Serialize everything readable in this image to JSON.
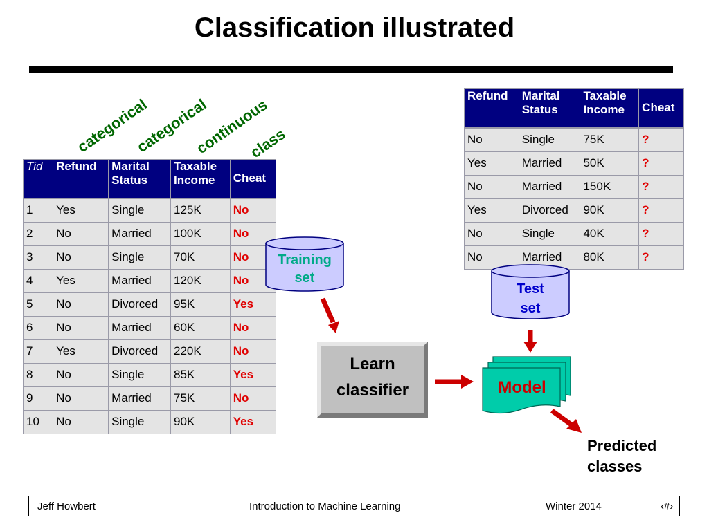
{
  "title": "Classification illustrated",
  "annotations": {
    "refund_type": "categorical",
    "marital_type": "categorical",
    "income_type": "continuous",
    "cheat_type": "class"
  },
  "training_table": {
    "headers": [
      "Tid",
      "Refund",
      "Marital Status",
      "Taxable Income",
      "Cheat"
    ],
    "rows": [
      [
        "1",
        "Yes",
        "Single",
        "125K",
        "No"
      ],
      [
        "2",
        "No",
        "Married",
        "100K",
        "No"
      ],
      [
        "3",
        "No",
        "Single",
        "70K",
        "No"
      ],
      [
        "4",
        "Yes",
        "Married",
        "120K",
        "No"
      ],
      [
        "5",
        "No",
        "Divorced",
        "95K",
        "Yes"
      ],
      [
        "6",
        "No",
        "Married",
        "60K",
        "No"
      ],
      [
        "7",
        "Yes",
        "Divorced",
        "220K",
        "No"
      ],
      [
        "8",
        "No",
        "Single",
        "85K",
        "Yes"
      ],
      [
        "9",
        "No",
        "Married",
        "75K",
        "No"
      ],
      [
        "10",
        "No",
        "Single",
        "90K",
        "Yes"
      ]
    ]
  },
  "test_table": {
    "headers": [
      "Refund",
      "Marital Status",
      "Taxable Income",
      "Cheat"
    ],
    "rows": [
      [
        "No",
        "Single",
        "75K",
        "?"
      ],
      [
        "Yes",
        "Married",
        "50K",
        "?"
      ],
      [
        "No",
        "Married",
        "150K",
        "?"
      ],
      [
        "Yes",
        "Divorced",
        "90K",
        "?"
      ],
      [
        "No",
        "Single",
        "40K",
        "?"
      ],
      [
        "No",
        "Married",
        "80K",
        "?"
      ]
    ]
  },
  "diagram": {
    "training_set_line1": "Training",
    "training_set_line2": "set",
    "test_set_line1": "Test",
    "test_set_line2": "set",
    "learn_line1": "Learn",
    "learn_line2": "classifier",
    "model": "Model",
    "predicted_line1": "Predicted",
    "predicted_line2": "classes"
  },
  "footer": {
    "author": "Jeff Howbert",
    "course": "Introduction to Machine Learning",
    "term": "Winter 2014",
    "page": "‹#›"
  },
  "colors": {
    "header_bg": "#000080",
    "class_text": "#e00000",
    "annotation": "#006600",
    "arrow": "#cc0000",
    "model_fill": "#00ccaa",
    "test_fill": "#ccccff"
  }
}
